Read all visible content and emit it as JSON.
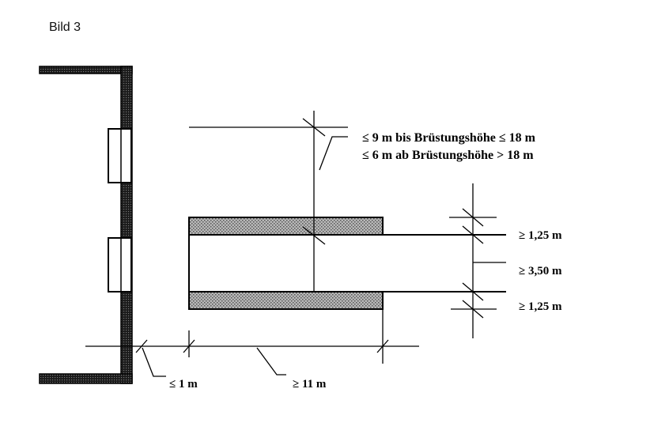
{
  "figure": {
    "title": "Bild 3",
    "labels": {
      "spacing_low": "≤ 9 m bis Brüstungshöhe ≤ 18 m",
      "spacing_high": "≤ 6 m  ab Brüstungshöhe > 18 m",
      "edge_top": "≥ 1,25 m",
      "lane_width": "≥ 3,50 m",
      "edge_bottom": "≥ 1,25 m",
      "wall_distance": "≤ 1 m",
      "length": "≥ 11 m"
    },
    "colors": {
      "line": "#000000",
      "wall_fill": "#3a3a3a",
      "hatch_fill": "#9a9a9a"
    }
  }
}
